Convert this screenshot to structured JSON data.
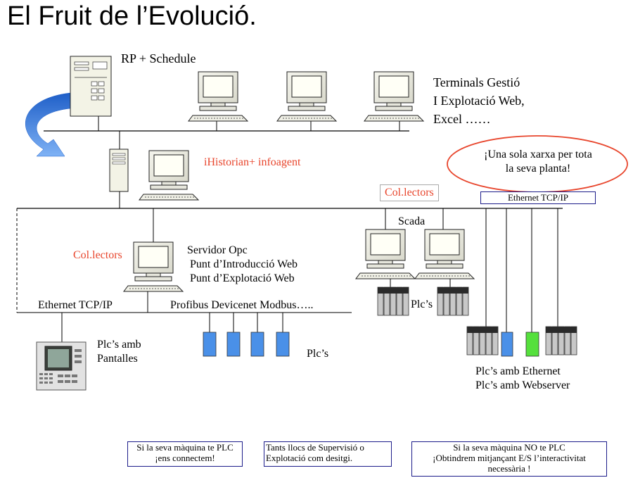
{
  "title": "El Fruit de l’Evolució.",
  "labels": {
    "rp_schedule": "RP + Schedule",
    "terminals": [
      "Terminals Gestió",
      "I Explotació Web,",
      "Excel ……"
    ],
    "historian": "iHistorian+ infoagent",
    "callout": [
      "¡Una sola xarxa per tota",
      "la seva planta!"
    ],
    "col_lectors_right": "Col.lectors",
    "ethernet_box": "Ethernet TCP/IP",
    "scada": "Scada",
    "col_lectors_left": "Col.lectors",
    "servidor": [
      "Servidor Opc",
      "Punt d’Introducció Web",
      "Punt d’Explotació Web"
    ],
    "ethernet_left": "Ethernet TCP/IP",
    "fieldbus": "Profibus Devicenet Modbus…..",
    "plcs_scada": "Plc’s",
    "plcs_amb": [
      "Plc’s amb",
      "Pantalles"
    ],
    "plcs_bus": "Plc’s",
    "plcs_ethernet": [
      "Plc’s amb Ethernet",
      "Plc’s amb Webserver"
    ]
  },
  "notes": {
    "note1": [
      "Si la seva màquina te PLC",
      "¡ens connectem!"
    ],
    "note2": [
      "Tants llocs de Supervisió o",
      "Explotació com desitgi."
    ],
    "note3": [
      "Si la seva màquina NO te PLC",
      "¡Obtindrem mitjançant E/S l’interactivitat",
      "necessària !"
    ]
  },
  "colors": {
    "accent_red": "#e8452c",
    "plc_blue": "#4a90e8",
    "plc_green": "#55e03c",
    "note_border": "#1c1c8a",
    "arrow_blue": "#3d7de0"
  }
}
